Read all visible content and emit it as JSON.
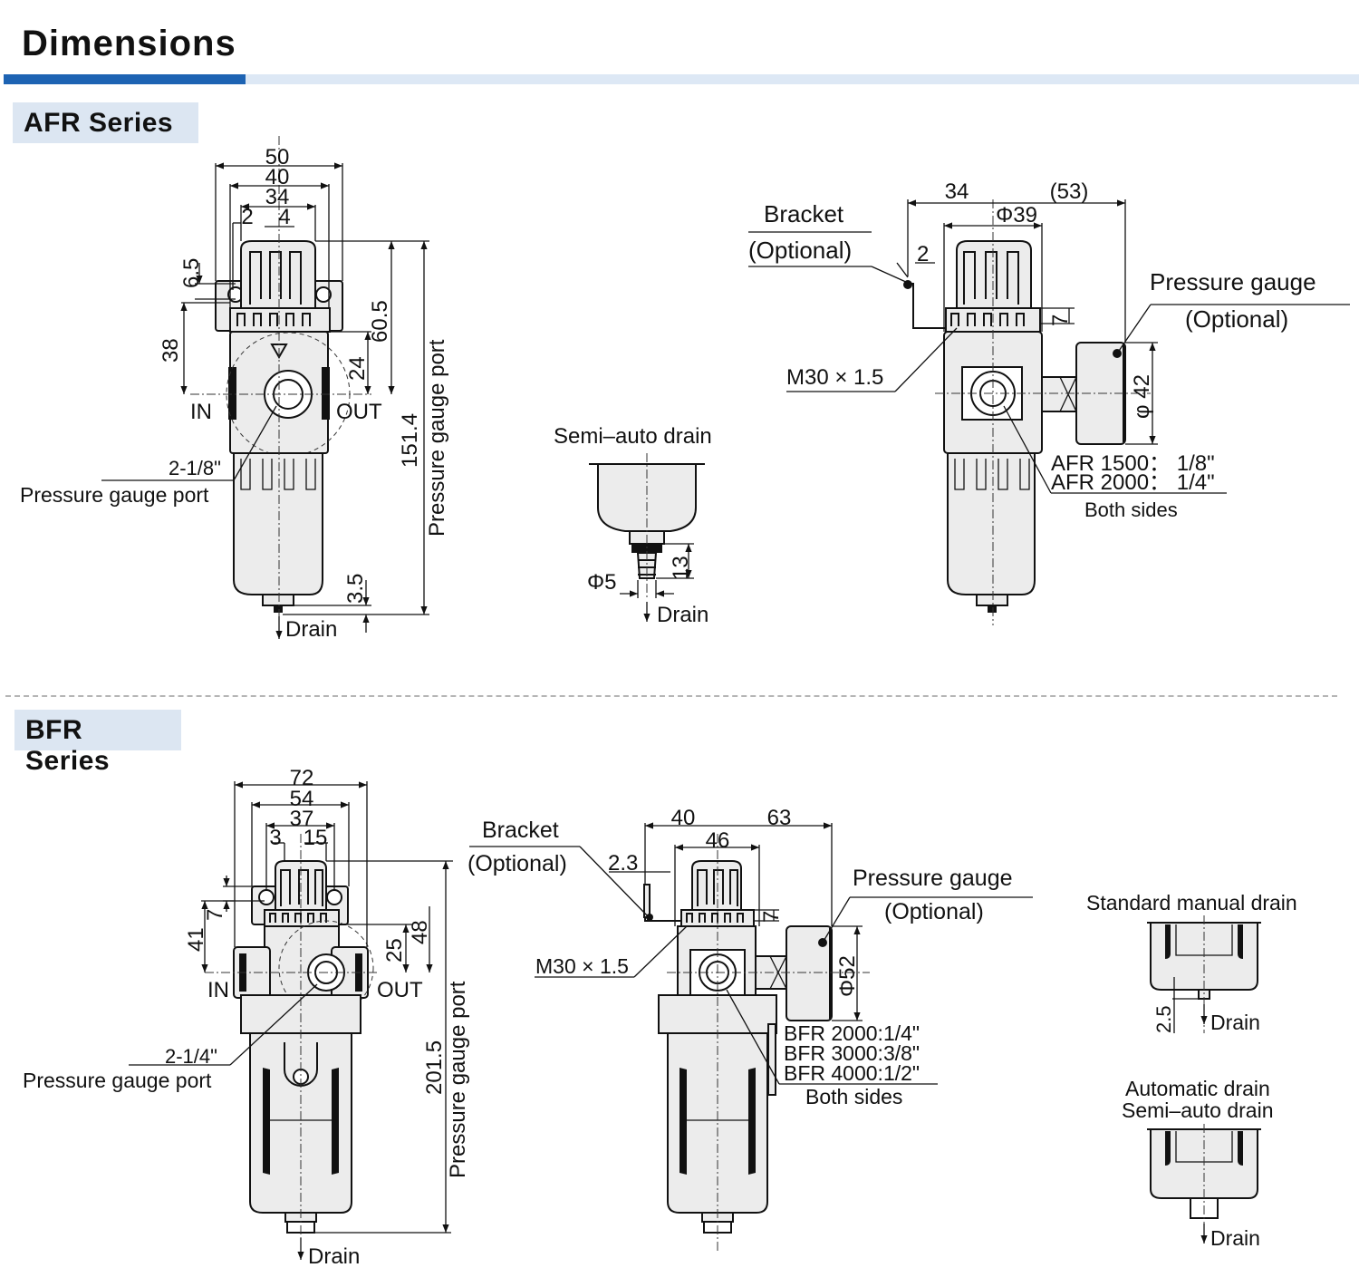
{
  "page": {
    "title": "Dimensions"
  },
  "afr": {
    "tab": "AFR Series",
    "front": {
      "dims": [
        "50",
        "40",
        "34",
        "2",
        "4",
        "6.5",
        "38",
        "60.5",
        "24",
        "151.4",
        "3.5"
      ],
      "in": "IN",
      "out": "OUT",
      "port_size": "2-1/8\"",
      "port_label": "Pressure gauge port",
      "vert_port_label": "Pressure gauge port",
      "drain": "Drain"
    },
    "semi": {
      "title": "Semi–auto drain",
      "dia": "Φ5",
      "len": "13",
      "drain": "Drain"
    },
    "side": {
      "dims": [
        "34",
        "(53)",
        "Φ39",
        "2",
        "7",
        "φ 42"
      ],
      "bracket": "Bracket",
      "bracket_opt": "(Optional)",
      "gauge": "Pressure gauge",
      "gauge_opt": "(Optional)",
      "thread": "M30 × 1.5",
      "port1": "AFR 1500： 1/8\"",
      "port2": "AFR 2000： 1/4\"",
      "both": "Both sides"
    }
  },
  "bfr": {
    "tab": "BFR Series",
    "front": {
      "dims": [
        "72",
        "54",
        "37",
        "3",
        "15",
        "7",
        "41",
        "25",
        "48",
        "201.5"
      ],
      "in": "IN",
      "out": "OUT",
      "port_size": "2-1/4\"",
      "port_label": "Pressure gauge port",
      "vert_port_label": "Pressure gauge port",
      "drain": "Drain"
    },
    "side": {
      "dims": [
        "40",
        "63",
        "46",
        "2.3",
        "7",
        "Φ52"
      ],
      "bracket": "Bracket",
      "bracket_opt": "(Optional)",
      "gauge": "Pressure gauge",
      "gauge_opt": "(Optional)",
      "thread": "M30 × 1.5",
      "port1": "BFR 2000:1/4\"",
      "port2": "BFR 3000:3/8\"",
      "port3": "BFR 4000:1/2\"",
      "both": "Both sides"
    },
    "std_drain": {
      "title": "Standard manual drain",
      "dim": "2.5",
      "drain": "Drain"
    },
    "auto_drain": {
      "title1": "Automatic drain",
      "title2": "Semi–auto drain",
      "drain": "Drain"
    }
  }
}
